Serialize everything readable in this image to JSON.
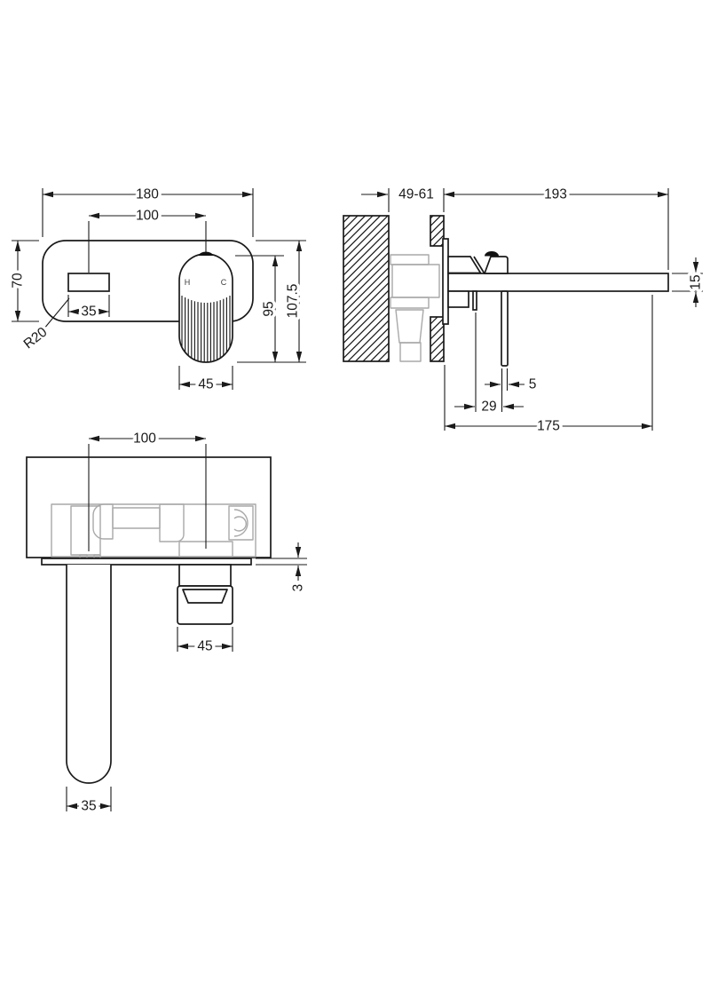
{
  "front_view": {
    "width": "180",
    "hole_centres": "100",
    "plate_height": "70",
    "spout_width": "35",
    "corner_radius": "R20",
    "handle_height": "95",
    "total_height": "107.5",
    "handle_width": "45",
    "hot_label": "H",
    "cold_label": "C"
  },
  "side_view": {
    "wall_depth": "49-61",
    "spout_length": "193",
    "spout_height": "15",
    "lever_thickness": "5",
    "lever_offset": "29",
    "projection": "175"
  },
  "plan_view": {
    "hole_centres": "100",
    "plate_thickness": "3",
    "handle_width": "45",
    "spout_width": "35"
  },
  "colors": {
    "line": "#1a1a1a",
    "internal": "#a9a9a9",
    "background": "#ffffff"
  }
}
